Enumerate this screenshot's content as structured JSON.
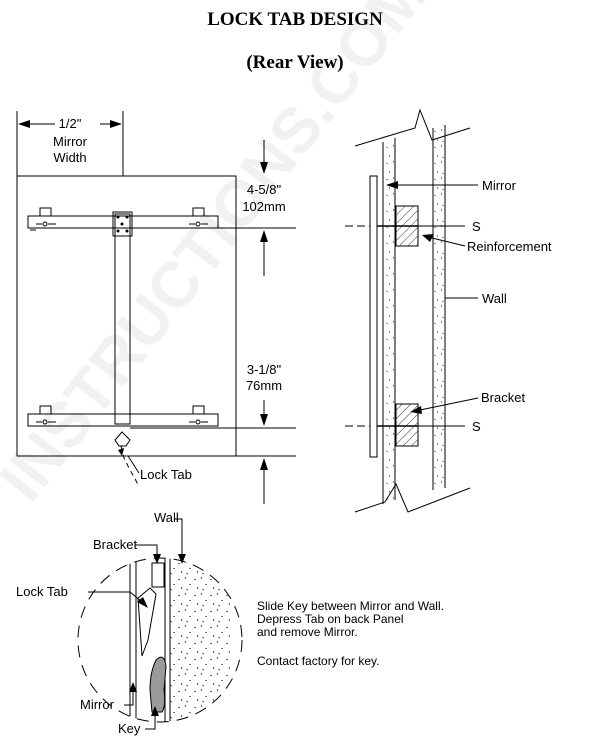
{
  "title": "LOCK TAB DESIGN",
  "subtitle": "(Rear View)",
  "watermark": "INSTRUCTIONS.COM",
  "front_view": {
    "width_dim": [
      "1/2\"",
      "Mirror",
      "Width"
    ],
    "top_dim": [
      "4-5/8\"",
      "102mm"
    ],
    "bottom_dim": [
      "3-1/8\"",
      "76mm"
    ],
    "lock_tab": "Lock Tab"
  },
  "side_view": {
    "mirror": "Mirror",
    "s_top": "S",
    "reinforcement": "Reinforcement",
    "wall": "Wall",
    "bracket": "Bracket",
    "s_bottom": "S"
  },
  "detail_view": {
    "wall": "Wall",
    "bracket": "Bracket",
    "lock_tab": "Lock Tab",
    "mirror": "Mirror",
    "key": "Key"
  },
  "instructions": [
    "Slide Key between Mirror and Wall.",
    "Depress Tab on back Panel",
    "and remove Mirror.",
    "Contact factory for key."
  ]
}
